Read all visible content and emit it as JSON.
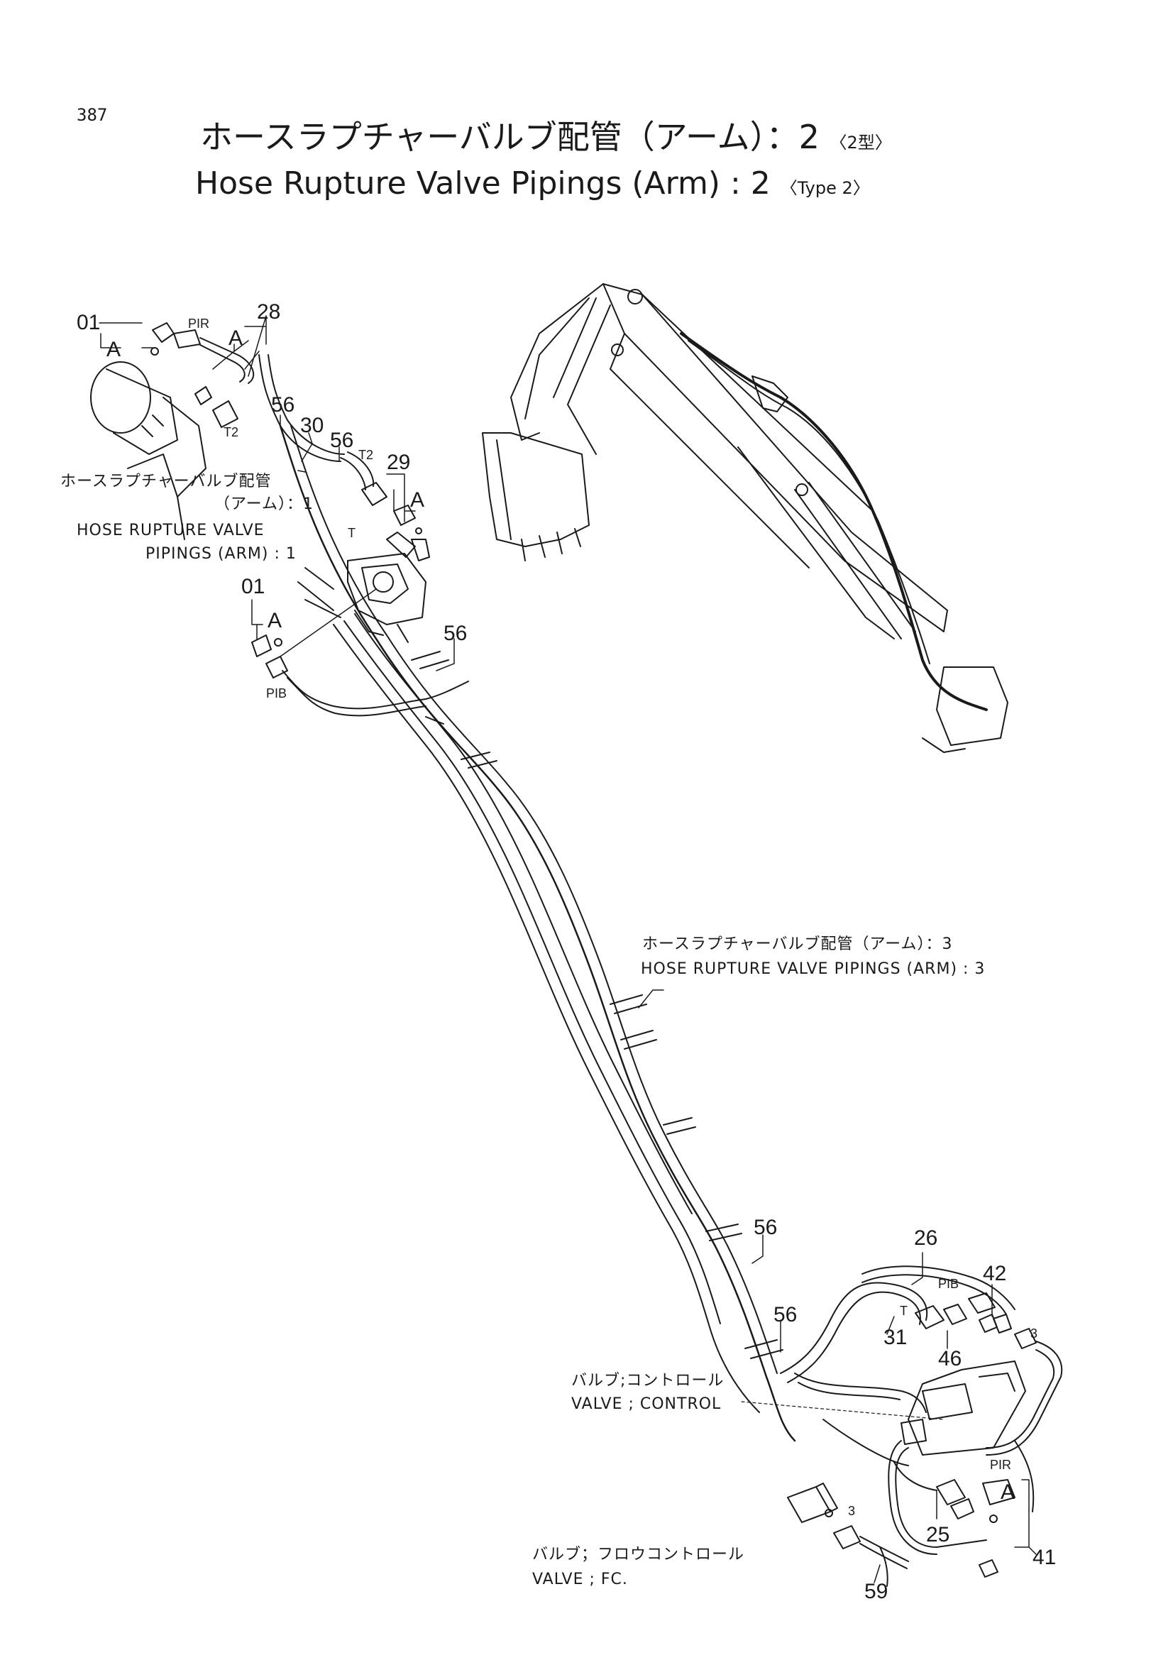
{
  "page_number": "387",
  "title": {
    "jp": "ホースラプチャーバルブ配管（アーム）：2",
    "jp_type": "〈2型〉",
    "en": "Hose Rupture Valve Pipings (Arm) : 2",
    "en_type": "〈Type 2〉"
  },
  "labels": {
    "p01a": "01",
    "p01b": "01",
    "p28": "28",
    "p56a": "56",
    "p30": "30",
    "p56b": "56",
    "p29": "29",
    "p56c": "56",
    "p56d": "56",
    "p56e": "56",
    "p26": "26",
    "p42": "42",
    "p31": "31",
    "p46": "46",
    "p41": "41",
    "p25": "25",
    "p59": "59",
    "A1": "A",
    "A2": "A",
    "A3": "A",
    "A4": "A",
    "A5": "A",
    "PIR1": "PIR",
    "PIR2": "PIR",
    "PIB1": "PIB",
    "PIB2": "PIB",
    "T2a": "T2",
    "T2b": "T2",
    "T1": "T",
    "T3": "T",
    "n3a": "3",
    "n3b": "3"
  },
  "callouts": {
    "arm1_jp": "ホースラプチャーバルブ配管",
    "arm1_jp2": "（アーム）：1",
    "arm1_en": "HOSE RUPTURE VALVE",
    "arm1_en2": "PIPINGS (ARM) : 1",
    "arm3_jp": "ホースラプチャーバルブ配管（アーム）：3",
    "arm3_en": "HOSE RUPTURE VALVE PIPINGS (ARM) : 3",
    "ctrl_jp": "バルブ;コントロール",
    "ctrl_en": "VALVE ; CONTROL",
    "fc_jp": "バルブ；フロウコントロール",
    "fc_en": "VALVE ; FC."
  }
}
